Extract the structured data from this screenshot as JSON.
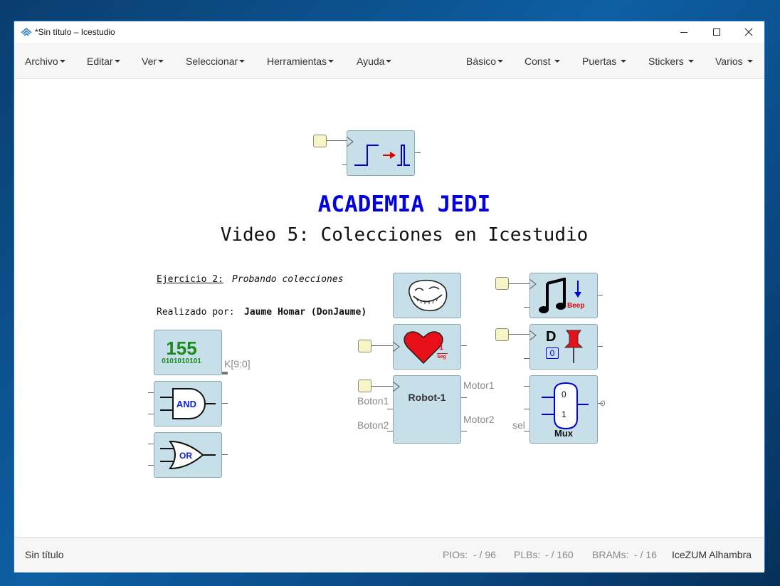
{
  "window": {
    "title": "*Sin título – Icestudio",
    "icon": "icestudio-logo-icon",
    "controls": [
      "minimize-icon",
      "maximize-icon",
      "close-icon"
    ]
  },
  "menu": {
    "left": [
      "Archivo",
      "Editar",
      "Ver",
      "Seleccionar",
      "Herramientas",
      "Ayuda"
    ],
    "right": [
      "Básico",
      "Const",
      "Puertas",
      "Stickers",
      "Varios"
    ]
  },
  "canvas": {
    "title": "ACADEMIA JEDI",
    "subtitle": "Video 5: Colecciones en Icestudio",
    "exercise_label": "Ejercicio 2:",
    "exercise_desc": "Probando colecciones",
    "author_label": "Realizado por:",
    "author_name": "Jaume Homar (DonJaume)",
    "const_block": {
      "value": "155",
      "binary": "0101010101",
      "label": "K[9:0]"
    },
    "and_label": "AND",
    "or_label": "OR",
    "heart_rate": "1",
    "heart_unit": "Seg",
    "robot": {
      "name": "Robot-1",
      "inputs": [
        "Boton1",
        "Boton2"
      ],
      "outputs": [
        "Motor1",
        "Motor2"
      ]
    },
    "beep_label": "Beep",
    "dff": {
      "letter": "D",
      "init": "0"
    },
    "mux": {
      "name": "Mux",
      "in0": "0",
      "in1": "1",
      "sel": "sel",
      "out": "o"
    },
    "colors": {
      "title": "#0000e0",
      "block": "#c6dfe9",
      "heart": "#e81018",
      "const_green": "#1a8a1a"
    }
  },
  "status": {
    "file": "Sin título",
    "pios_label": "PIOs:",
    "pios": "- / 96",
    "plbs_label": "PLBs:",
    "plbs": "- / 160",
    "brams_label": "BRAMs:",
    "brams": "- / 16",
    "board": "IceZUM Alhambra"
  }
}
